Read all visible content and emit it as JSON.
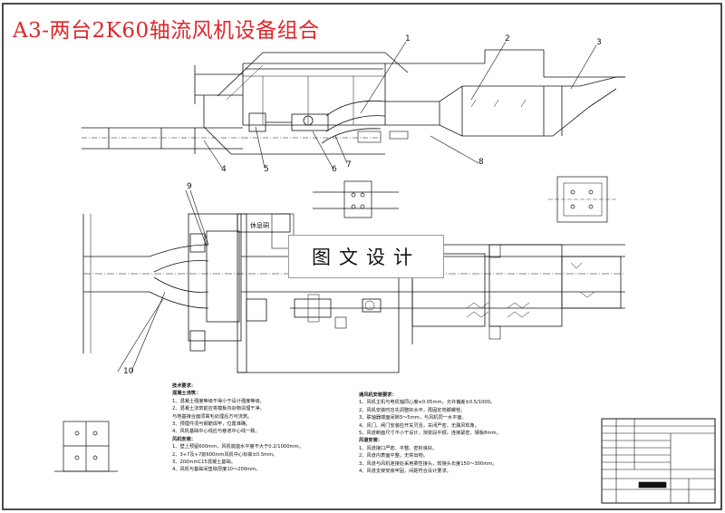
{
  "title": "A3-两台2K60轴流风机设备组合",
  "watermark": "图文设计",
  "callouts": [
    "1",
    "2",
    "3",
    "4",
    "5",
    "6",
    "7",
    "8",
    "9",
    "10"
  ],
  "plan_label": "休息硐",
  "notes_left": {
    "heading": "技术要求：",
    "sub1": "混凝土浇筑：",
    "lines1": [
      "1、混凝土强度等级不得小于设计强度等级。",
      "2、混凝土浇筑前应将模板内杂物清理干净，",
      "   与地基接合面须凿毛处理后方可浇筑。",
      "3、预埋件须与钢筋焊牢，位置准确。",
      "4、风机基础中心线应与巷道中心线一致。"
    ],
    "sub2": "风机安装：",
    "lines2": [
      "1、壁上预留600mm，风机底座水平度不大于0.2/1000mm。",
      "2、3+7及+7前600mm风机中心标高±0.5mm。",
      "3、200mmC15混凝土基础。",
      "4、风机与基础间垫铁厚度10～200mm。"
    ]
  },
  "notes_right": {
    "heading": "通风机安装要求：",
    "lines1": [
      "1、风机主机与电机轴同心度≤0.05mm，允许偏差±0.5/1000。",
      "2、风机安装时应先调整好水平，再固定地脚螺栓。",
      "3、联轴器端面间隙3～5mm，与风机同一水平面。",
      "4、风门、闸门安装应开关灵活，关闭严密，无漏风现象。",
      "5、风道断面尺寸不小于设计，渐变段平顺，连接紧密，钢板8mm。"
    ],
    "sub": "风道安装：",
    "lines2": [
      "1、风道接口严密、平整、密封良好。",
      "2、风道内表面平整，无突出物。",
      "3、风道与风机连接处采用柔性接头，软接头长度150～300mm。",
      "4、风道支架安装牢固，间距符合设计要求。"
    ]
  }
}
